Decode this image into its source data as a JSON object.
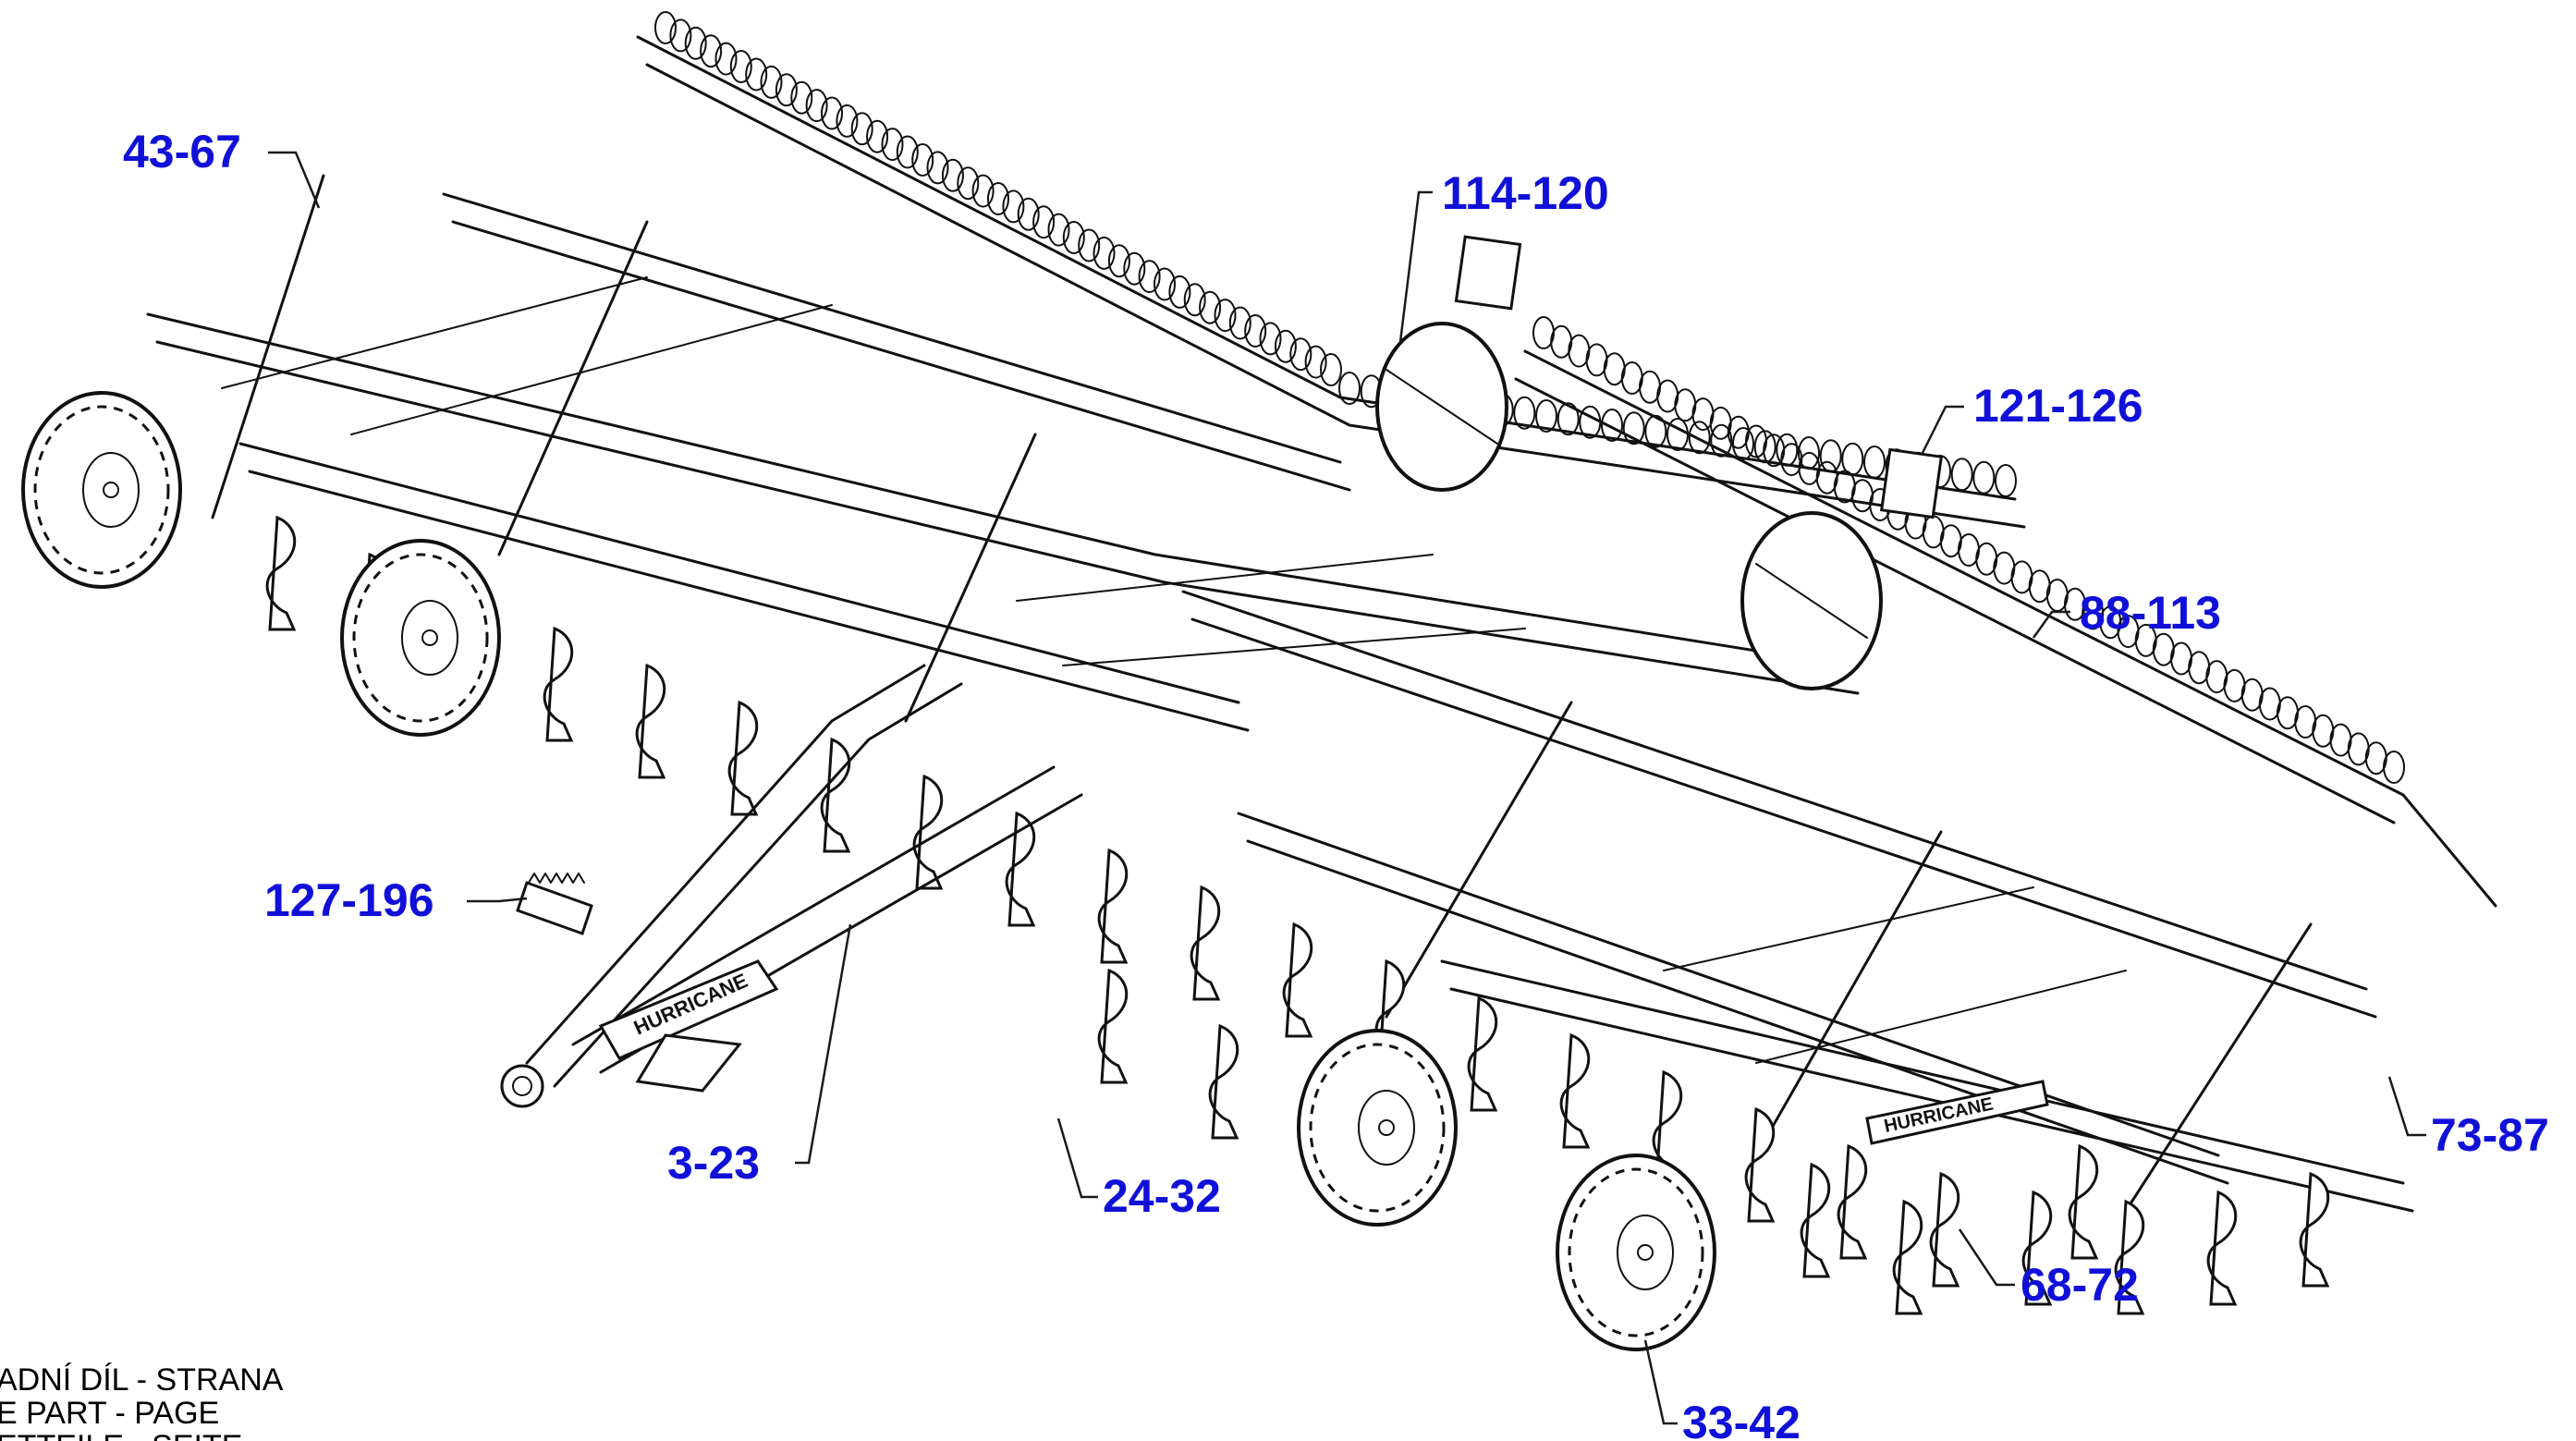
{
  "diagram": {
    "callouts": [
      {
        "id": "c1",
        "text": "43-67"
      },
      {
        "id": "c2",
        "text": "114-120"
      },
      {
        "id": "c3",
        "text": "121-126"
      },
      {
        "id": "c4",
        "text": "88-113"
      },
      {
        "id": "c5",
        "text": "127-196"
      },
      {
        "id": "c6",
        "text": "3-23"
      },
      {
        "id": "c7",
        "text": "24-32"
      },
      {
        "id": "c8",
        "text": "73-87"
      },
      {
        "id": "c9",
        "text": "68-72"
      },
      {
        "id": "c10",
        "text": "33-42"
      }
    ],
    "legend": {
      "line1": "ADNÍ DÍL - STRANA",
      "line2": "E PART - PAGE",
      "line3": "ETTEILE - SEITE"
    },
    "branding": {
      "drawbar_logo": "HURRICANE",
      "rear_logo": "HURRICANE"
    },
    "colors": {
      "callout": "#1010d8",
      "line": "#111111",
      "background": "#ffffff"
    }
  }
}
